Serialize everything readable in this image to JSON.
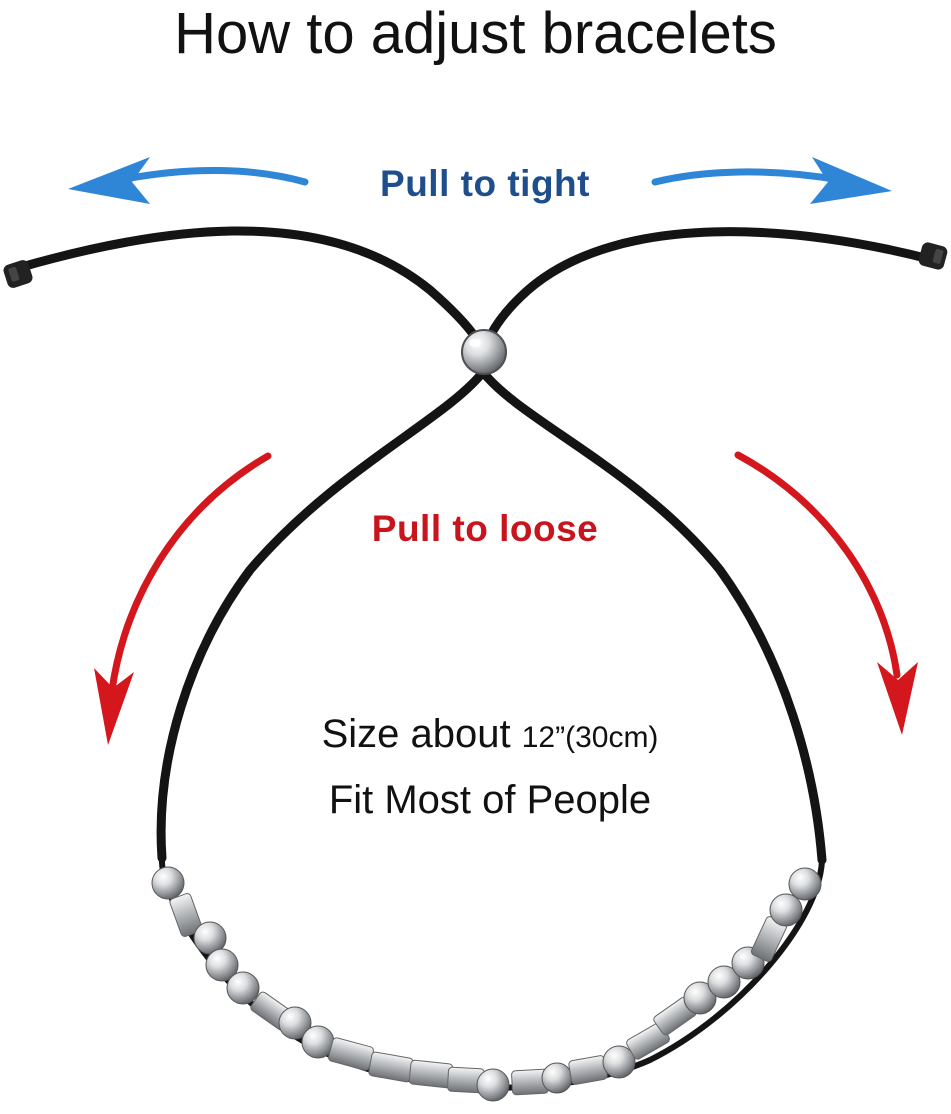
{
  "title": "How to adjust bracelets",
  "pull_tight_label": "Pull to tight",
  "pull_loose_label": "Pull to loose",
  "size_prefix": "Size about ",
  "size_measure": "12”(30cm)",
  "fit_text": "Fit Most of People",
  "colors": {
    "tight_arrow": "#2f86d6",
    "tight_text": "#1f4e8c",
    "loose_arrow": "#d4161d",
    "loose_text": "#c8141c",
    "cord": "#141414",
    "bead": "#c9cbce"
  }
}
